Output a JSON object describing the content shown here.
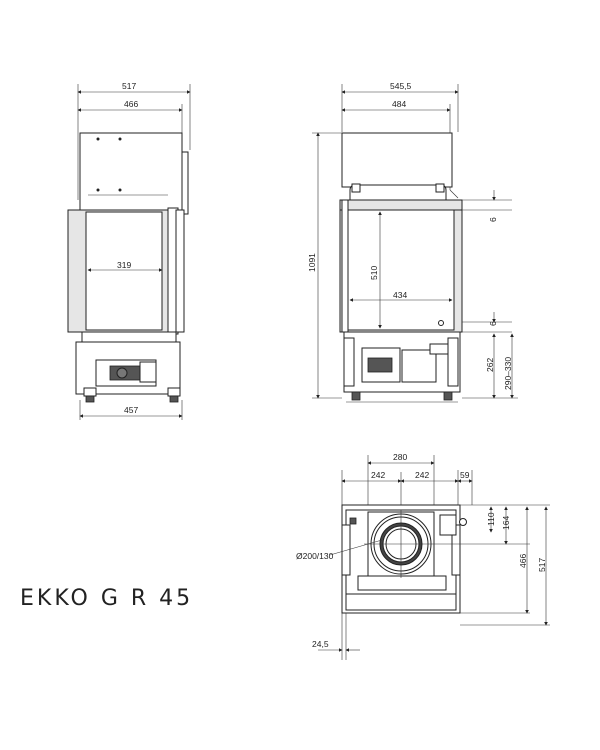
{
  "title": "EKKO G R 45",
  "front_view": {
    "dims": {
      "overall_width": "517",
      "body_width": "466",
      "opening_width": "319",
      "base_width": "457"
    }
  },
  "side_view": {
    "dims": {
      "overall_width": "545,5",
      "body_width": "484",
      "height_total": "1091",
      "opening_height": "510",
      "opening_width": "434",
      "frame_top": "6",
      "frame_bottom": "6",
      "leg_height": "262",
      "leg_range": "290–330"
    }
  },
  "top_view": {
    "dims": {
      "flue_spacing": "280",
      "left_offset": "242",
      "right_offset": "242",
      "edge_offset": "59",
      "y_small": "110",
      "y_medium": "164",
      "depth_inner": "466",
      "depth_outer": "517",
      "flue_diameter": "Ø200/130",
      "corner_offset": "24,5"
    }
  }
}
